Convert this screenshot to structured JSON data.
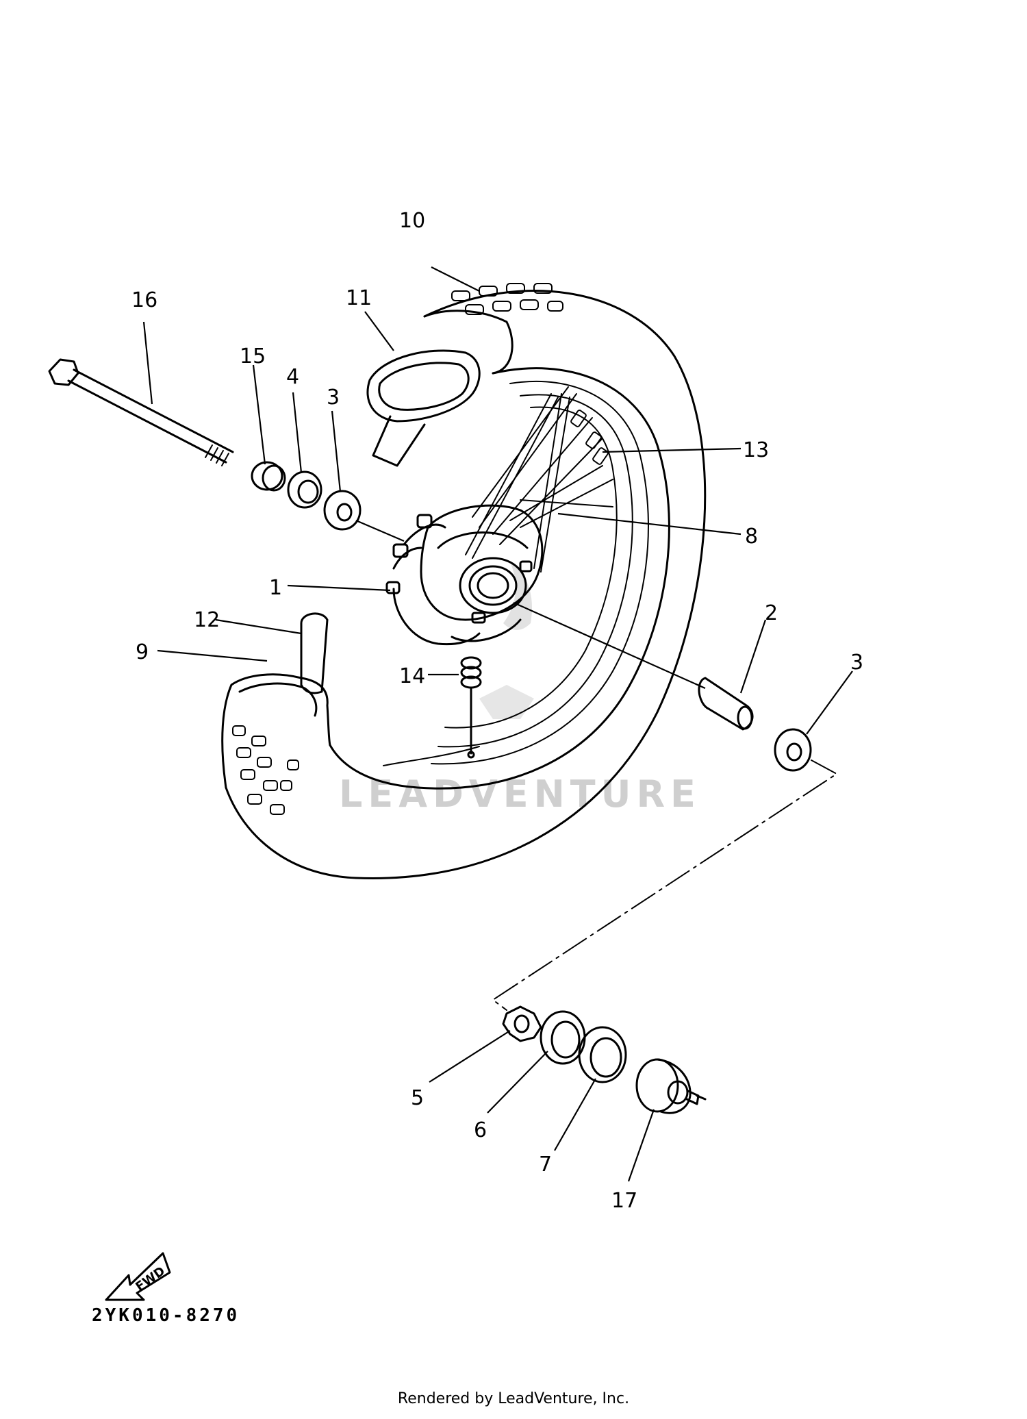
{
  "callouts": {
    "c1": "1",
    "c2": "2",
    "c3a": "3",
    "c3b": "3",
    "c4": "4",
    "c5": "5",
    "c6": "6",
    "c7": "7",
    "c8": "8",
    "c9": "9",
    "c10": "10",
    "c11": "11",
    "c12": "12",
    "c13": "13",
    "c14": "14",
    "c15": "15",
    "c16": "16",
    "c17": "17"
  },
  "fwd_label": "FWD",
  "diagram_code": "2YK010-8270",
  "watermark": "LEADVENTURE",
  "footer": "Rendered by LeadVenture, Inc."
}
